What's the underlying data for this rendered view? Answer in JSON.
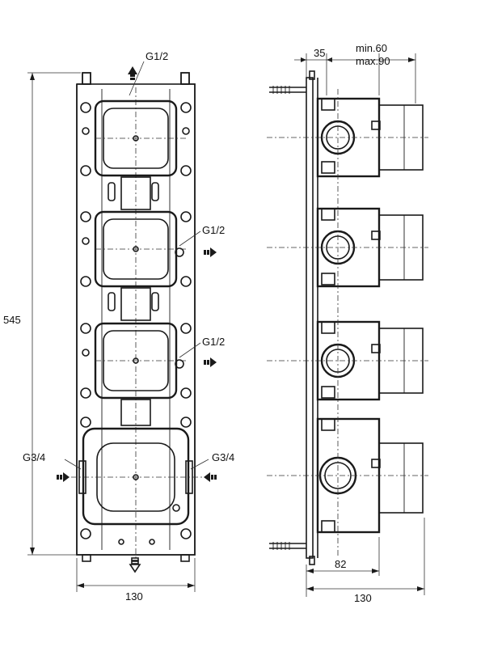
{
  "labels": {
    "top_outlet": "G1/2",
    "outlet_2": "G1/2",
    "outlet_3": "G1/2",
    "inlet_left": "G3/4",
    "inlet_right": "G3/4",
    "dim_height": "545",
    "dim_width_front": "130",
    "dim_width_side": "130",
    "dim_depth_82": "82",
    "dim_35": "35",
    "dim_min": "min.60",
    "dim_max": "max.90"
  },
  "colors": {
    "line": "#1a1a1a",
    "background": "#ffffff"
  },
  "icons": [
    "arrow-up-icon",
    "arrow-right-icon",
    "arrow-down-icon"
  ]
}
